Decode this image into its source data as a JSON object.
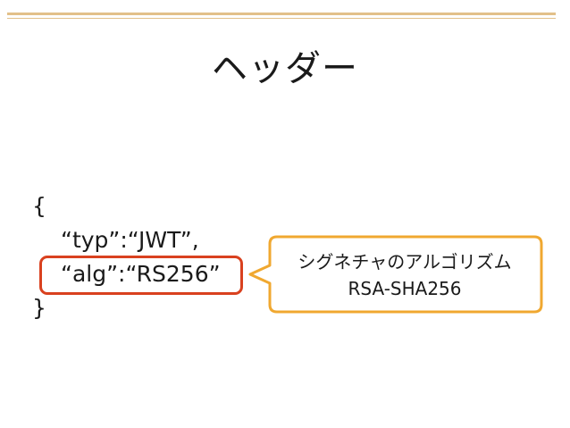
{
  "slide": {
    "title": "ヘッダー",
    "code_lines": [
      "{",
      "“typ”:“JWT”,",
      "“alg”:“RS256”",
      "}"
    ]
  },
  "callout": {
    "line1": "シグネチャのアルゴリズム",
    "line2": "RSA-SHA256"
  },
  "colors": {
    "accent_rule": "#e2c089",
    "highlight_border": "#d9411f",
    "callout_border": "#f0a830"
  }
}
